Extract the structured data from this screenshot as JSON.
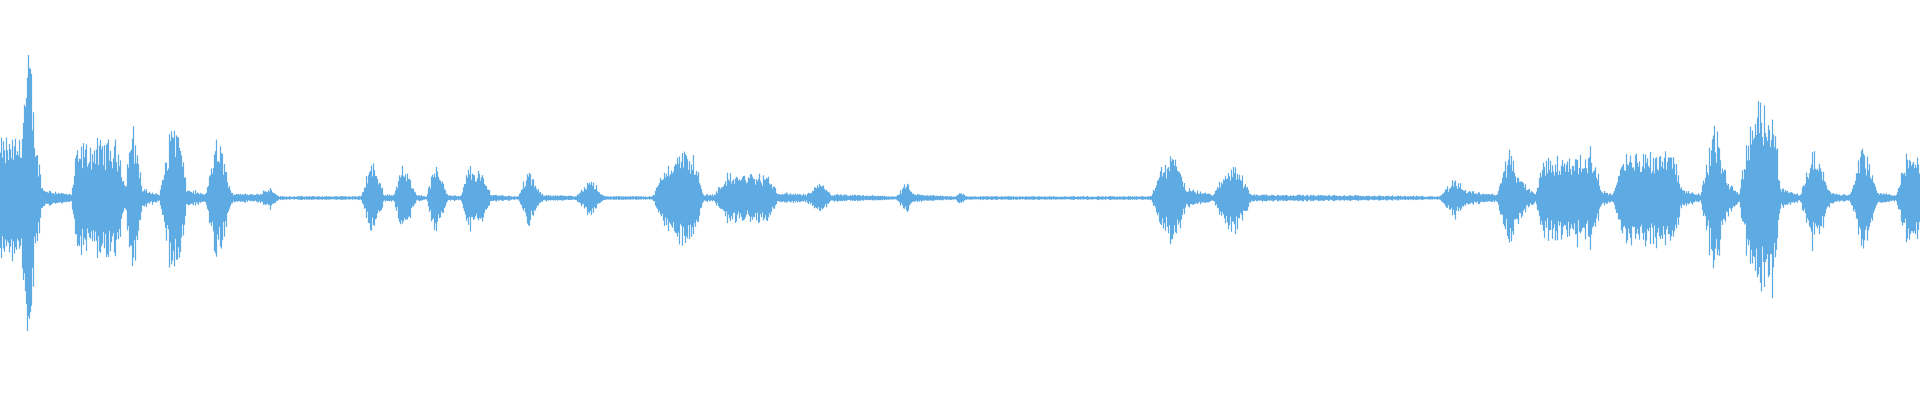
{
  "waveform": {
    "color": "#5eaae3",
    "background": "#ffffff",
    "amplitude_profile": [
      [
        0.0,
        0.3
      ],
      [
        0.01,
        0.32
      ],
      [
        0.015,
        0.8
      ],
      [
        0.018,
        0.35
      ],
      [
        0.022,
        0.05
      ],
      [
        0.037,
        0.02
      ],
      [
        0.04,
        0.27
      ],
      [
        0.045,
        0.28
      ],
      [
        0.055,
        0.3
      ],
      [
        0.062,
        0.28
      ],
      [
        0.065,
        0.05
      ],
      [
        0.068,
        0.4
      ],
      [
        0.071,
        0.3
      ],
      [
        0.074,
        0.05
      ],
      [
        0.083,
        0.02
      ],
      [
        0.09,
        0.45
      ],
      [
        0.094,
        0.3
      ],
      [
        0.097,
        0.05
      ],
      [
        0.107,
        0.02
      ],
      [
        0.112,
        0.3
      ],
      [
        0.116,
        0.25
      ],
      [
        0.12,
        0.03
      ],
      [
        0.133,
        0.02
      ],
      [
        0.141,
        0.06
      ],
      [
        0.145,
        0.01
      ],
      [
        0.188,
        0.01
      ],
      [
        0.193,
        0.2
      ],
      [
        0.197,
        0.12
      ],
      [
        0.2,
        0.02
      ],
      [
        0.205,
        0.02
      ],
      [
        0.209,
        0.17
      ],
      [
        0.214,
        0.1
      ],
      [
        0.217,
        0.02
      ],
      [
        0.222,
        0.01
      ],
      [
        0.226,
        0.17
      ],
      [
        0.23,
        0.12
      ],
      [
        0.233,
        0.02
      ],
      [
        0.24,
        0.01
      ],
      [
        0.244,
        0.17
      ],
      [
        0.25,
        0.14
      ],
      [
        0.256,
        0.02
      ],
      [
        0.27,
        0.01
      ],
      [
        0.275,
        0.15
      ],
      [
        0.279,
        0.07
      ],
      [
        0.282,
        0.02
      ],
      [
        0.3,
        0.01
      ],
      [
        0.308,
        0.12
      ],
      [
        0.312,
        0.03
      ],
      [
        0.315,
        0.01
      ],
      [
        0.34,
        0.01
      ],
      [
        0.348,
        0.2
      ],
      [
        0.356,
        0.25
      ],
      [
        0.362,
        0.22
      ],
      [
        0.366,
        0.02
      ],
      [
        0.372,
        0.02
      ],
      [
        0.378,
        0.12
      ],
      [
        0.39,
        0.13
      ],
      [
        0.4,
        0.12
      ],
      [
        0.405,
        0.03
      ],
      [
        0.42,
        0.02
      ],
      [
        0.428,
        0.08
      ],
      [
        0.433,
        0.02
      ],
      [
        0.467,
        0.01
      ],
      [
        0.472,
        0.08
      ],
      [
        0.476,
        0.02
      ],
      [
        0.498,
        0.01
      ],
      [
        0.5,
        0.04
      ],
      [
        0.503,
        0.01
      ],
      [
        0.6,
        0.01
      ],
      [
        0.604,
        0.15
      ],
      [
        0.612,
        0.25
      ],
      [
        0.618,
        0.05
      ],
      [
        0.632,
        0.02
      ],
      [
        0.642,
        0.2
      ],
      [
        0.648,
        0.1
      ],
      [
        0.652,
        0.02
      ],
      [
        0.75,
        0.01
      ],
      [
        0.758,
        0.11
      ],
      [
        0.764,
        0.04
      ],
      [
        0.78,
        0.02
      ],
      [
        0.786,
        0.27
      ],
      [
        0.792,
        0.1
      ],
      [
        0.8,
        0.02
      ],
      [
        0.804,
        0.21
      ],
      [
        0.82,
        0.22
      ],
      [
        0.83,
        0.25
      ],
      [
        0.834,
        0.05
      ],
      [
        0.84,
        0.02
      ],
      [
        0.846,
        0.22
      ],
      [
        0.86,
        0.25
      ],
      [
        0.872,
        0.26
      ],
      [
        0.876,
        0.05
      ],
      [
        0.886,
        0.02
      ],
      [
        0.893,
        0.4
      ],
      [
        0.9,
        0.1
      ],
      [
        0.906,
        0.02
      ],
      [
        0.91,
        0.3
      ],
      [
        0.92,
        0.58
      ],
      [
        0.924,
        0.45
      ],
      [
        0.928,
        0.05
      ],
      [
        0.934,
        0.03
      ],
      [
        0.938,
        0.02
      ],
      [
        0.944,
        0.25
      ],
      [
        0.948,
        0.2
      ],
      [
        0.954,
        0.03
      ],
      [
        0.964,
        0.02
      ],
      [
        0.97,
        0.3
      ],
      [
        0.974,
        0.18
      ],
      [
        0.978,
        0.03
      ],
      [
        0.988,
        0.02
      ],
      [
        0.993,
        0.22
      ],
      [
        1.0,
        0.24
      ]
    ]
  }
}
